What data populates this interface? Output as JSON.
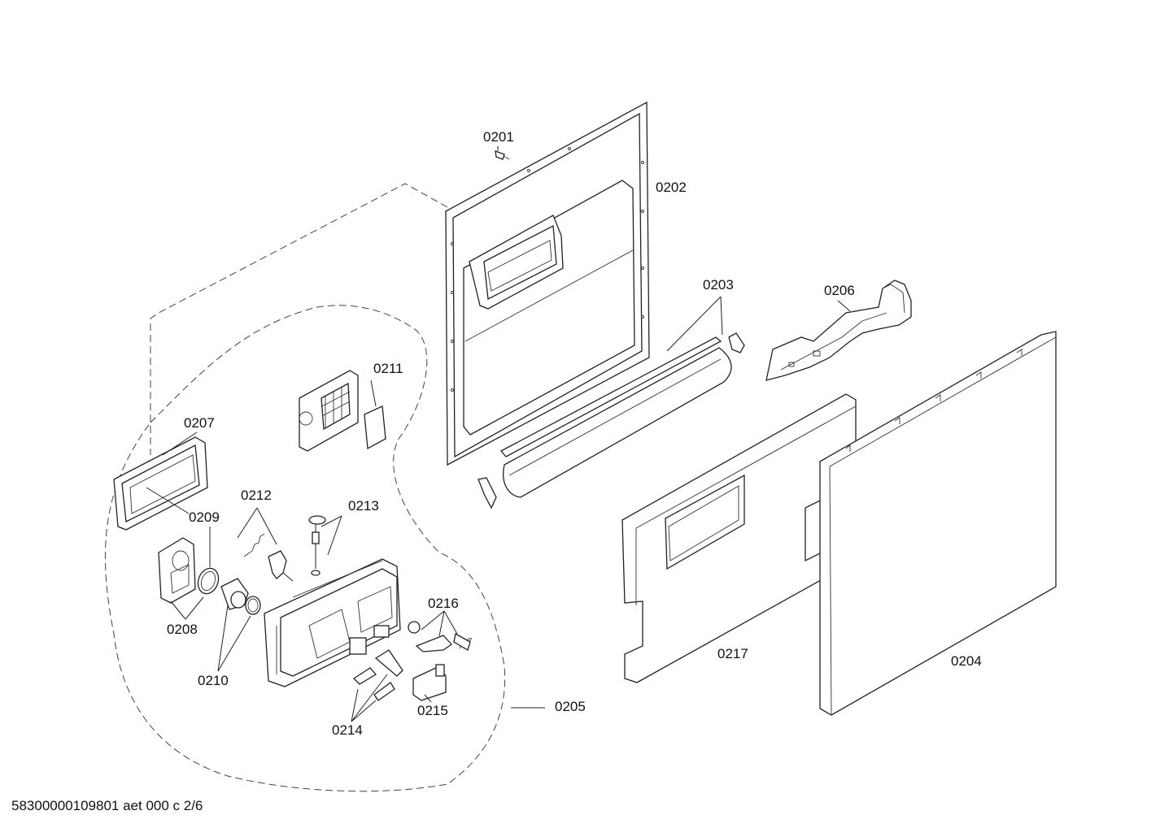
{
  "labels": {
    "p0201": "0201",
    "p0202": "0202",
    "p0203": "0203",
    "p0204": "0204",
    "p0205": "0205",
    "p0206": "0206",
    "p0207": "0207",
    "p0208": "0208",
    "p0209": "0209",
    "p0210": "0210",
    "p0211": "0211",
    "p0212": "0212",
    "p0213": "0213",
    "p0214": "0214",
    "p0215": "0215",
    "p0216": "0216",
    "p0217": "0217"
  },
  "caption": "58300000109801 aet 000 c 2/6"
}
